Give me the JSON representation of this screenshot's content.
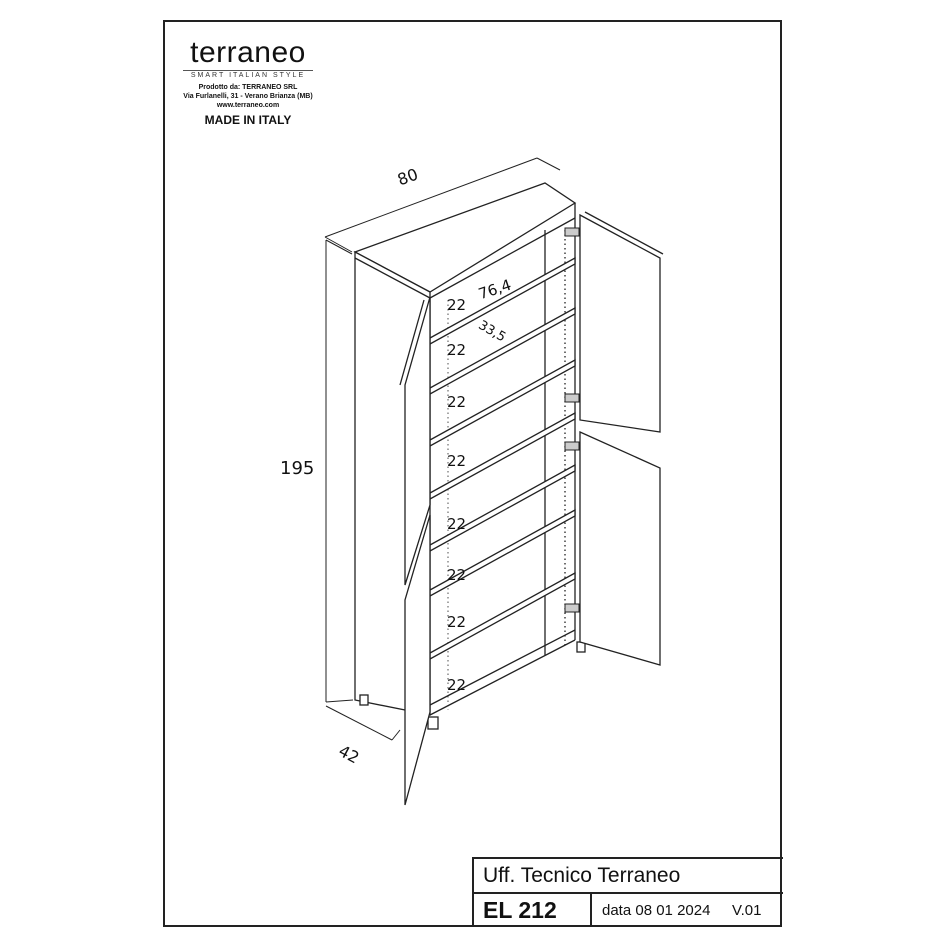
{
  "logo": {
    "brand": "terraneo",
    "tagline": "SMART ITALIAN STYLE",
    "producer": "Prodotto da: TERRANEO SRL",
    "address": "Via Furlanelli, 31 - Verano Brianza (MB)",
    "website": "www.terraneo.com",
    "made_in": "MADE IN ITALY"
  },
  "dimensions": {
    "width": "80",
    "height": "195",
    "depth": "42",
    "inner_width": "76,4",
    "inner_depth": "33,5"
  },
  "shelf_heights": [
    "22",
    "22",
    "22",
    "22",
    "22",
    "22",
    "22",
    "22"
  ],
  "title_block": {
    "office": "Uff. Tecnico Terraneo",
    "code": "EL 212",
    "date": "data 08 01 2024",
    "version": "V.01"
  }
}
